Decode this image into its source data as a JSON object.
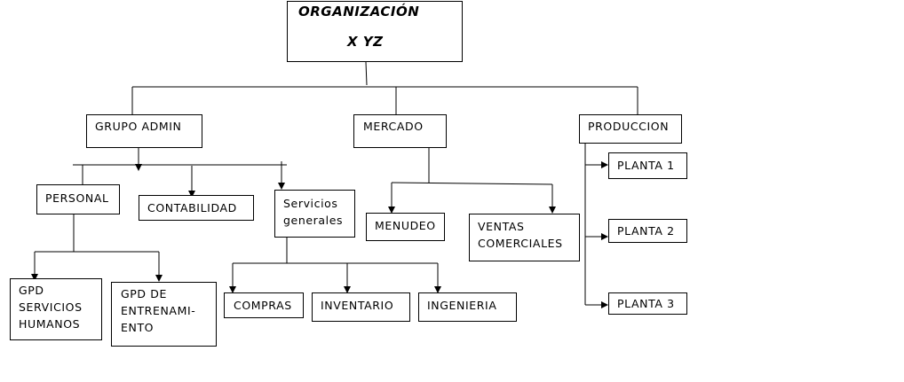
{
  "root": {
    "line1": "ORGANIZACIÓN",
    "line2": "X YZ"
  },
  "departments": {
    "admin": {
      "label": "GRUPO ADMIN",
      "children": {
        "personal": {
          "label": "PERSONAL",
          "children": {
            "gpd_servicios": {
              "lines": [
                "GPD",
                "SERVICIOS",
                "HUMANOS"
              ]
            },
            "gpd_entrenamiento": {
              "lines": [
                "GPD DE",
                "ENTRENAMI-",
                "ENTO"
              ]
            }
          }
        },
        "contabilidad": {
          "label": "CONTABILIDAD"
        },
        "servicios": {
          "lines": [
            "Servicios",
            "generales"
          ],
          "children": {
            "compras": {
              "label": "COMPRAS"
            },
            "inventario": {
              "label": "INVENTARIO"
            },
            "ingenieria": {
              "label": "INGENIERIA"
            }
          }
        }
      }
    },
    "mercado": {
      "label": "MERCADO",
      "children": {
        "menudeo": {
          "label": "MENUDEO"
        },
        "ventas": {
          "lines": [
            "VENTAS",
            "COMERCIALES"
          ]
        }
      }
    },
    "produccion": {
      "label": "PRODUCCION",
      "children": {
        "planta1": {
          "label": "PLANTA 1"
        },
        "planta2": {
          "label": "PLANTA 2"
        },
        "planta3": {
          "label": "PLANTA 3"
        }
      }
    }
  }
}
